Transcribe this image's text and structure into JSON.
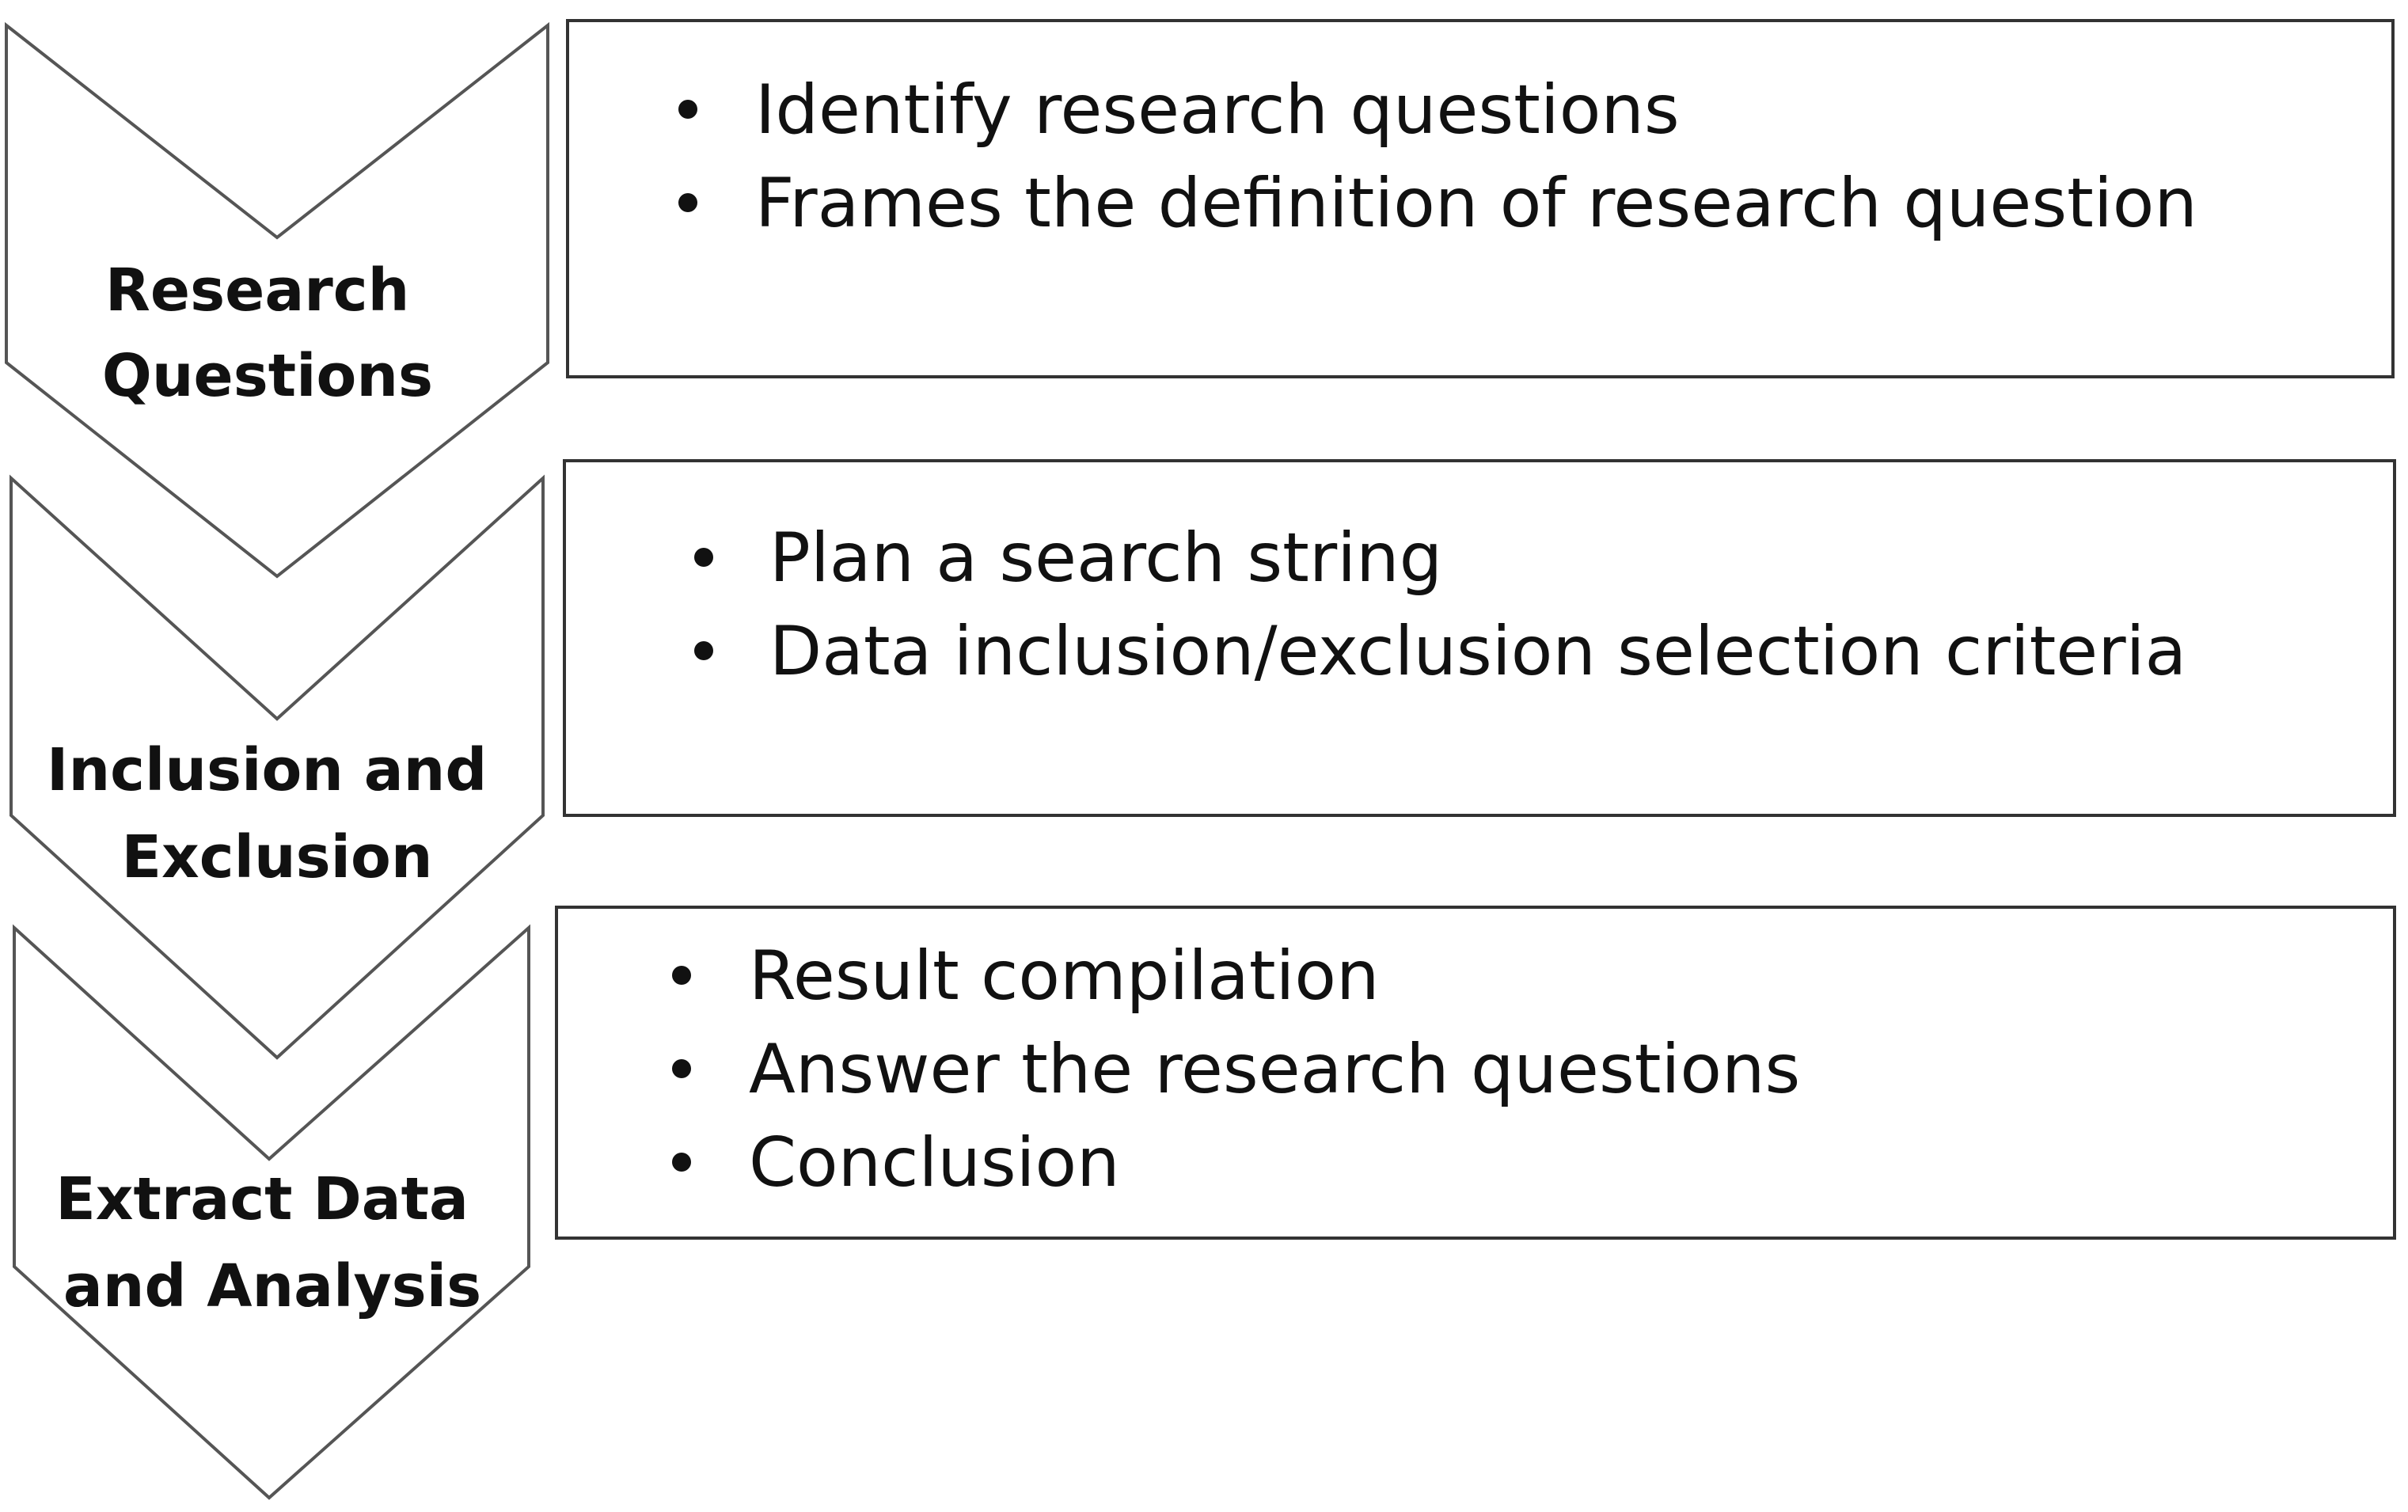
{
  "stages": [
    {
      "label_lines": [
        "Research",
        "Questions"
      ],
      "items": [
        "Identify research questions",
        "Frames the definition of research question"
      ]
    },
    {
      "label_lines": [
        "Inclusion and",
        "Exclusion"
      ],
      "items": [
        "Plan a search string",
        "Data inclusion/exclusion selection criteria"
      ]
    },
    {
      "label_lines": [
        "Extract Data",
        "and Analysis"
      ],
      "items": [
        "Result compilation",
        "Answer the research questions",
        "Conclusion"
      ]
    }
  ],
  "colors": {
    "chevron_stroke": "#555555",
    "box_stroke": "#333333",
    "text": "#111111",
    "background": "#ffffff"
  }
}
